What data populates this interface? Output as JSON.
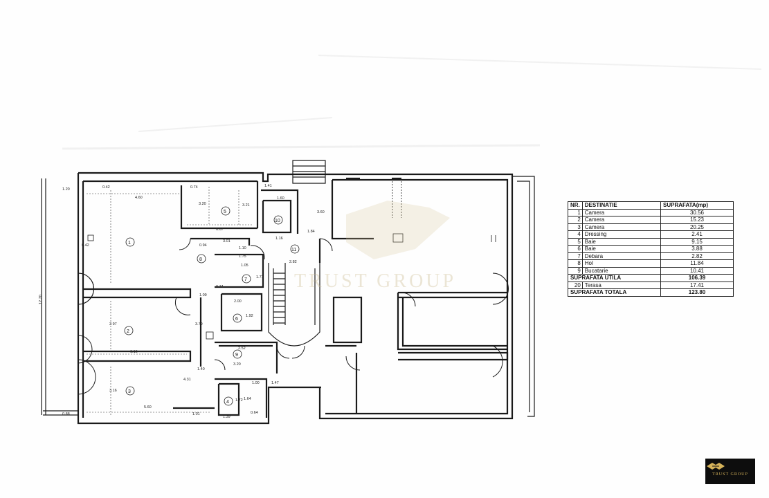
{
  "legend": {
    "header": {
      "nr": "NR.",
      "destinatie": "DESTINATIE",
      "suprafata": "SUPRAFATA(mp)"
    },
    "rows": [
      {
        "nr": "1",
        "name": "Camera",
        "area": "30.56"
      },
      {
        "nr": "2",
        "name": "Camera",
        "area": "15.23"
      },
      {
        "nr": "3",
        "name": "Camera",
        "area": "20.25"
      },
      {
        "nr": "4",
        "name": "Dressing",
        "area": "2.41"
      },
      {
        "nr": "5",
        "name": "Baie",
        "area": "9.15"
      },
      {
        "nr": "6",
        "name": "Baie",
        "area": "3.88"
      },
      {
        "nr": "7",
        "name": "Debara",
        "area": "2.82"
      },
      {
        "nr": "8",
        "name": "Hol",
        "area": "11.84"
      },
      {
        "nr": "9",
        "name": "Bucatarie",
        "area": "10.41"
      }
    ],
    "util": {
      "label": "SUPRAFATA UTILA",
      "area": "106.39"
    },
    "terasa": {
      "nr": "20",
      "name": "Terasa",
      "area": "17.41"
    },
    "total": {
      "label": "SUPRAFATA TOTALA",
      "area": "123.80"
    }
  },
  "room_numbers": [
    "1",
    "2",
    "3",
    "4",
    "5",
    "6",
    "7",
    "8",
    "9",
    "10",
    "11"
  ],
  "dimensions": [
    "1.20",
    "0.42",
    "4.60",
    "0.74",
    "3.20",
    "3.21",
    "0.42",
    "6.67",
    "0.94",
    "3.01",
    "1.10",
    "1.60",
    "1.41",
    "3.60",
    "1.84",
    "1.16",
    "2.82",
    "1.75",
    "1.05",
    "0.74",
    "1.71",
    "1.09",
    "2.00",
    "1.92",
    "2.97",
    "3.79",
    "6.16",
    "2.52",
    "3.20",
    "1.40",
    "4.31",
    "1.00",
    "1.47",
    "3.16",
    "5.60",
    "1.01",
    "1.39",
    "1.72",
    "1.64",
    "0.64",
    "0.88",
    "12.70"
  ],
  "watermark": "TRUST GROUP",
  "brand": {
    "name": "TRUST GROUP"
  },
  "colors": {
    "line": "#1a1a1a",
    "watermark": "#c9b78a",
    "logo_bg": "#0d0d0d",
    "logo_gold": "#d6b35a"
  }
}
